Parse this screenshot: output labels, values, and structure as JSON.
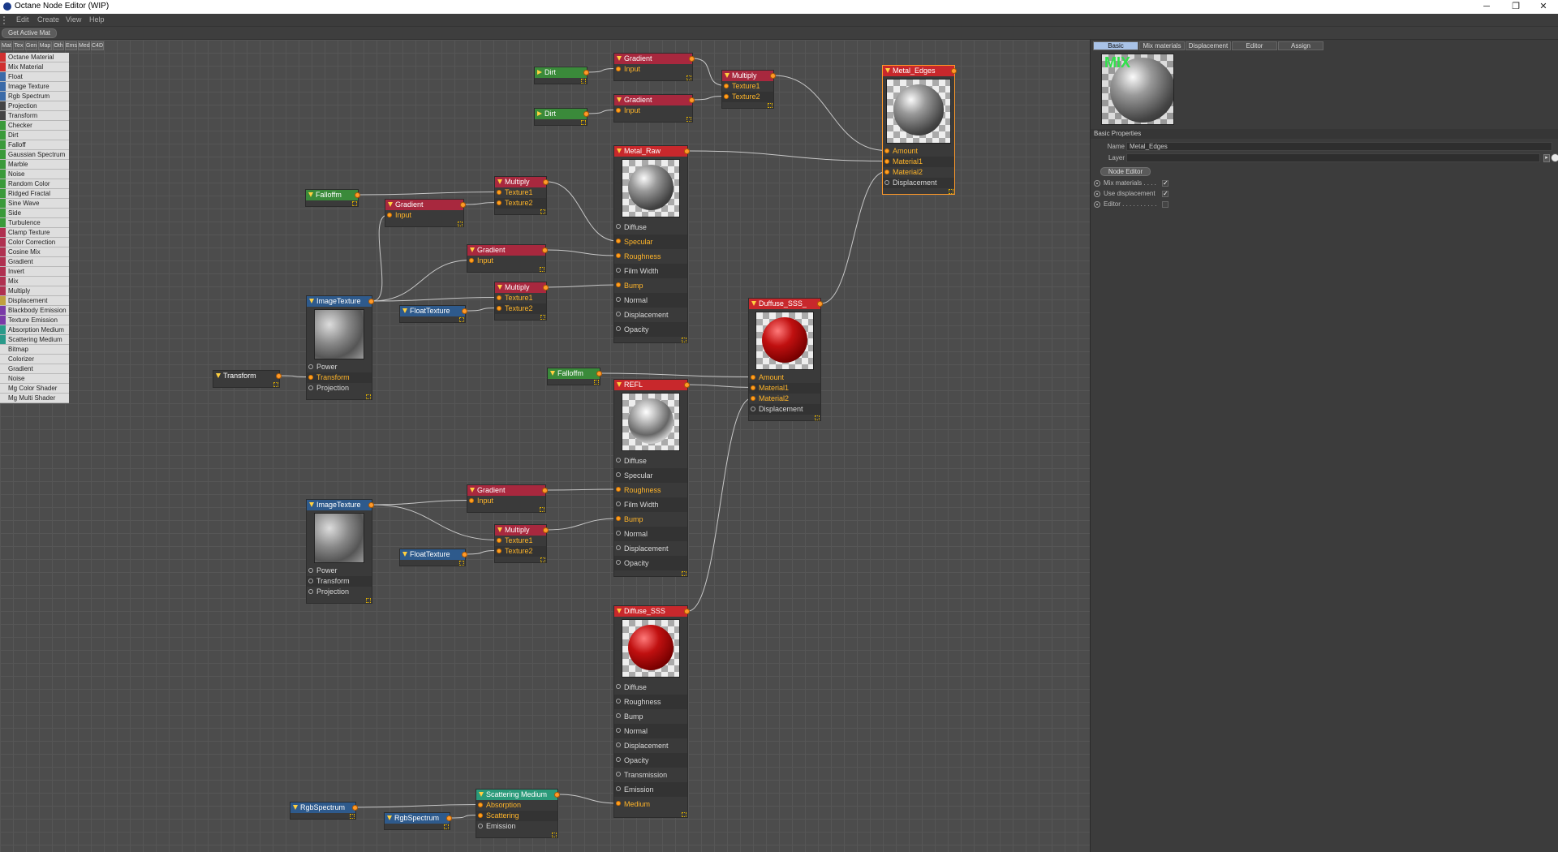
{
  "window": {
    "title": "Octane Node Editor (WIP)",
    "minimize": "─",
    "restore": "❐",
    "close": "✕"
  },
  "menu": [
    "Edit",
    "Create",
    "View",
    "Help"
  ],
  "toolbar": {
    "get_active_mat": "Get Active Mat"
  },
  "palette": {
    "tabs": [
      "Mat",
      "Tex",
      "Gen",
      "Map",
      "Oth",
      "Ems",
      "Med",
      "C4D"
    ],
    "items": [
      {
        "label": "Octane Material",
        "color": "#d03030"
      },
      {
        "label": "Mix Material",
        "color": "#d03030"
      },
      {
        "label": "Float",
        "color": "#3a6aa8"
      },
      {
        "label": "Image Texture",
        "color": "#3a6aa8"
      },
      {
        "label": "Rgb Spectrum",
        "color": "#3a6aa8"
      },
      {
        "label": "Projection",
        "color": "#444444"
      },
      {
        "label": "Transform",
        "color": "#444444"
      },
      {
        "label": "Checker",
        "color": "#3a9a3a"
      },
      {
        "label": "Dirt",
        "color": "#3a9a3a"
      },
      {
        "label": "Falloff",
        "color": "#3a9a3a"
      },
      {
        "label": "Gaussian Spectrum",
        "color": "#3a9a3a"
      },
      {
        "label": "Marble",
        "color": "#3a9a3a"
      },
      {
        "label": "Noise",
        "color": "#3a9a3a"
      },
      {
        "label": "Random Color",
        "color": "#3a9a3a"
      },
      {
        "label": "Ridged Fractal",
        "color": "#3a9a3a"
      },
      {
        "label": "Sine Wave",
        "color": "#3a9a3a"
      },
      {
        "label": "Side",
        "color": "#3a9a3a"
      },
      {
        "label": "Turbulence",
        "color": "#3a9a3a"
      },
      {
        "label": "Clamp Texture",
        "color": "#b03050"
      },
      {
        "label": "Color Correction",
        "color": "#b03050"
      },
      {
        "label": "Cosine Mix",
        "color": "#b03050"
      },
      {
        "label": "Gradient",
        "color": "#b03050"
      },
      {
        "label": "Invert",
        "color": "#b03050"
      },
      {
        "label": "Mix",
        "color": "#b03050"
      },
      {
        "label": "Multiply",
        "color": "#b03050"
      },
      {
        "label": "Displacement",
        "color": "#c0a040"
      },
      {
        "label": "Blackbody Emission",
        "color": "#7a3aa8"
      },
      {
        "label": "Texture Emission",
        "color": "#7a3aa8"
      },
      {
        "label": "Absorption Medium",
        "color": "#2a9a8a"
      },
      {
        "label": "Scattering Medium",
        "color": "#2a9a8a"
      },
      {
        "label": "Bitmap",
        "color": "#dedede"
      },
      {
        "label": "Colorizer",
        "color": "#dedede"
      },
      {
        "label": "Gradient",
        "color": "#dedede"
      },
      {
        "label": "Noise",
        "color": "#dedede"
      },
      {
        "label": "Mg Color Shader",
        "color": "#dedede"
      },
      {
        "label": "Mg Multi Shader",
        "color": "#dedede"
      }
    ]
  },
  "colors": {
    "material": "#c8282c",
    "texture_op": "#a8283e",
    "generator": "#3a8a3a",
    "image": "#2e5a8c",
    "transform": "#3a3a3a",
    "medium": "#2a9a7a",
    "wire": "#c8c8c8",
    "active_port": "#ffb52a"
  },
  "nodes": {
    "dirt1": {
      "title": "Dirt"
    },
    "dirt2": {
      "title": "Dirt"
    },
    "gradient_a": {
      "title": "Gradient",
      "ports": [
        "Input"
      ]
    },
    "gradient_b": {
      "title": "Gradient",
      "ports": [
        "Input"
      ]
    },
    "multiply_top": {
      "title": "Multiply",
      "ports": [
        "Texture1",
        "Texture2"
      ]
    },
    "metal_edges": {
      "title": "Metal_Edges",
      "ports": [
        "Amount",
        "Material1",
        "Material2",
        "Displacement"
      ]
    },
    "metal_raw": {
      "title": "Metal_Raw",
      "ports": [
        "Diffuse",
        "Specular",
        "Roughness",
        "Film Width",
        "Bump",
        "Normal",
        "Displacement",
        "Opacity"
      ]
    },
    "falloff1": {
      "title": "Falloffm"
    },
    "gradient_c": {
      "title": "Gradient",
      "ports": [
        "Input"
      ]
    },
    "multiply_m1": {
      "title": "Multiply",
      "ports": [
        "Texture1",
        "Texture2"
      ]
    },
    "gradient_d": {
      "title": "Gradient",
      "ports": [
        "Input"
      ]
    },
    "multiply_m2": {
      "title": "Multiply",
      "ports": [
        "Texture1",
        "Texture2"
      ]
    },
    "imagetex1": {
      "title": "ImageTexture",
      "ports": [
        "Power",
        "Transform",
        "Projection"
      ]
    },
    "floattex1": {
      "title": "FloatTexture"
    },
    "transform": {
      "title": "Transform"
    },
    "duffuse_sss": {
      "title": "Duffuse_SSS_",
      "ports": [
        "Amount",
        "Material1",
        "Material2",
        "Displacement"
      ]
    },
    "falloff2": {
      "title": "Falloffm"
    },
    "refl": {
      "title": "REFL",
      "ports": [
        "Diffuse",
        "Specular",
        "Roughness",
        "Film Width",
        "Bump",
        "Normal",
        "Displacement",
        "Opacity"
      ]
    },
    "imagetex2": {
      "title": "ImageTexture",
      "ports": [
        "Power",
        "Transform",
        "Projection"
      ]
    },
    "gradient_e": {
      "title": "Gradient",
      "ports": [
        "Input"
      ]
    },
    "multiply_m3": {
      "title": "Multiply",
      "ports": [
        "Texture1",
        "Texture2"
      ]
    },
    "floattex2": {
      "title": "FloatTexture"
    },
    "diffuse_sss": {
      "title": "Diffuse_SSS",
      "ports": [
        "Diffuse",
        "Roughness",
        "Bump",
        "Normal",
        "Displacement",
        "Opacity",
        "Transmission",
        "Emission",
        "Medium"
      ]
    },
    "scattering": {
      "title": "Scattering Medium",
      "ports": [
        "Absorption",
        "Scattering",
        "Emission"
      ]
    },
    "rgb1": {
      "title": "RgbSpectrum"
    },
    "rgb2": {
      "title": "RgbSpectrum"
    }
  },
  "props": {
    "tabs": [
      "Basic",
      "Mix materials",
      "Displacement",
      "Editor",
      "Assign"
    ],
    "preview_label": "MIX",
    "section": "Basic Properties",
    "name_label": "Name",
    "name_value": "Metal_Edges",
    "layer_label": "Layer",
    "layer_value": "",
    "node_editor_btn": "Node Editor",
    "checks": [
      {
        "label": "Mix materials . . . .",
        "checked": true
      },
      {
        "label": "Use displacement",
        "checked": true
      },
      {
        "label": "Editor . . . . . . . . . .",
        "checked": false
      }
    ]
  }
}
